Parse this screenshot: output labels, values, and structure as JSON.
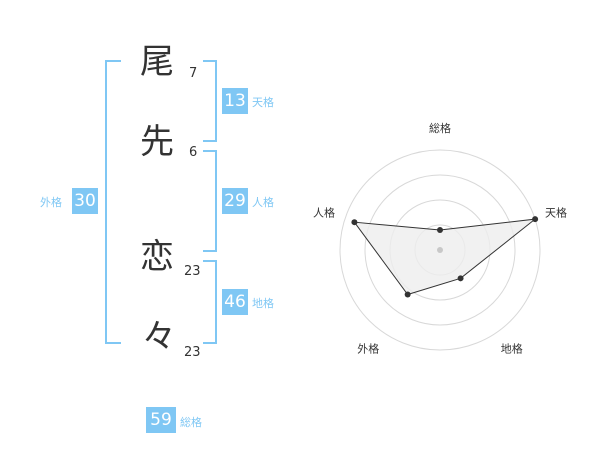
{
  "colors": {
    "accent": "#7fc7f4",
    "bracket": "#7fc7f4",
    "text": "#333333",
    "radar_grid": "#d8d8d8",
    "radar_fill": "#eeeeee",
    "radar_point": "#333333",
    "radar_center": "#c8c8c8"
  },
  "name": {
    "chars": [
      {
        "char": "尾",
        "strokes": "7"
      },
      {
        "char": "先",
        "strokes": "6"
      },
      {
        "char": "恋",
        "strokes": "23"
      },
      {
        "char": "々",
        "strokes": "23"
      }
    ]
  },
  "fortunes": {
    "tenkaku": {
      "label": "天格",
      "value": "13"
    },
    "jinkaku": {
      "label": "人格",
      "value": "29"
    },
    "chikaku": {
      "label": "地格",
      "value": "46"
    },
    "gaikaku": {
      "label": "外格",
      "value": "30"
    },
    "soukaku": {
      "label": "総格",
      "value": "59"
    }
  },
  "chart_data": {
    "type": "radar",
    "axes": [
      "総格",
      "天格",
      "地格",
      "外格",
      "人格"
    ],
    "values": [
      0.2,
      1.0,
      0.35,
      0.55,
      0.9
    ],
    "rings": 4
  }
}
